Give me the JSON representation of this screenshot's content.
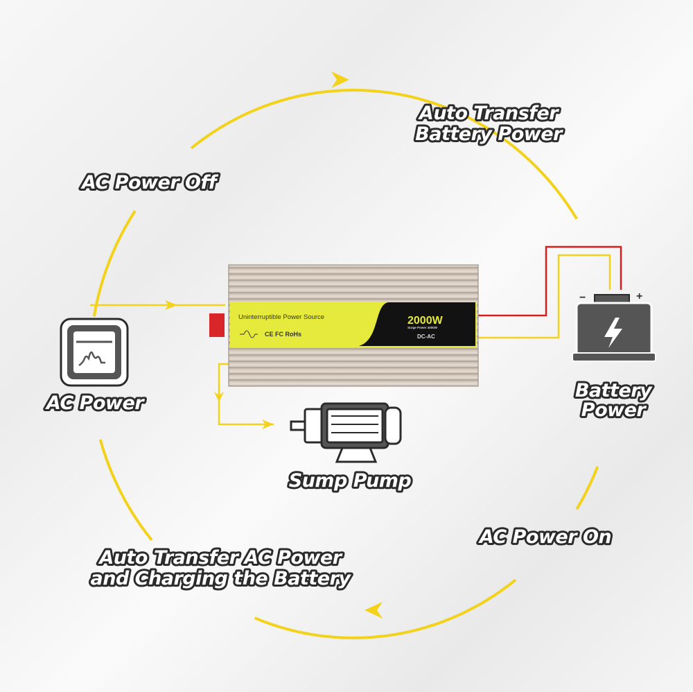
{
  "labels": {
    "auto_transfer_battery_1": "Auto Transfer",
    "auto_transfer_battery_2": "Battery Power",
    "ac_power_off": "AC Power Off",
    "ac_power": "AC Power",
    "battery_power_1": "Battery",
    "battery_power_2": "Power",
    "sump_pump": "Sump Pump",
    "ac_power_on": "AC Power On",
    "auto_transfer_ac_1": "Auto Transfer AC Power",
    "auto_transfer_ac_2": "and Charging the Battery"
  },
  "inverter": {
    "title": "Uninterruptible Power Source",
    "marks": "CE  FC  RoHs",
    "wattage": "2000W",
    "surge": "Surge Power 4000W",
    "type": "DC-AC"
  },
  "colors": {
    "cycle": "#f2d21a",
    "wire_red": "#d91c1c",
    "panel_yellow": "#e5ea3c",
    "icon_gray": "#555555"
  }
}
